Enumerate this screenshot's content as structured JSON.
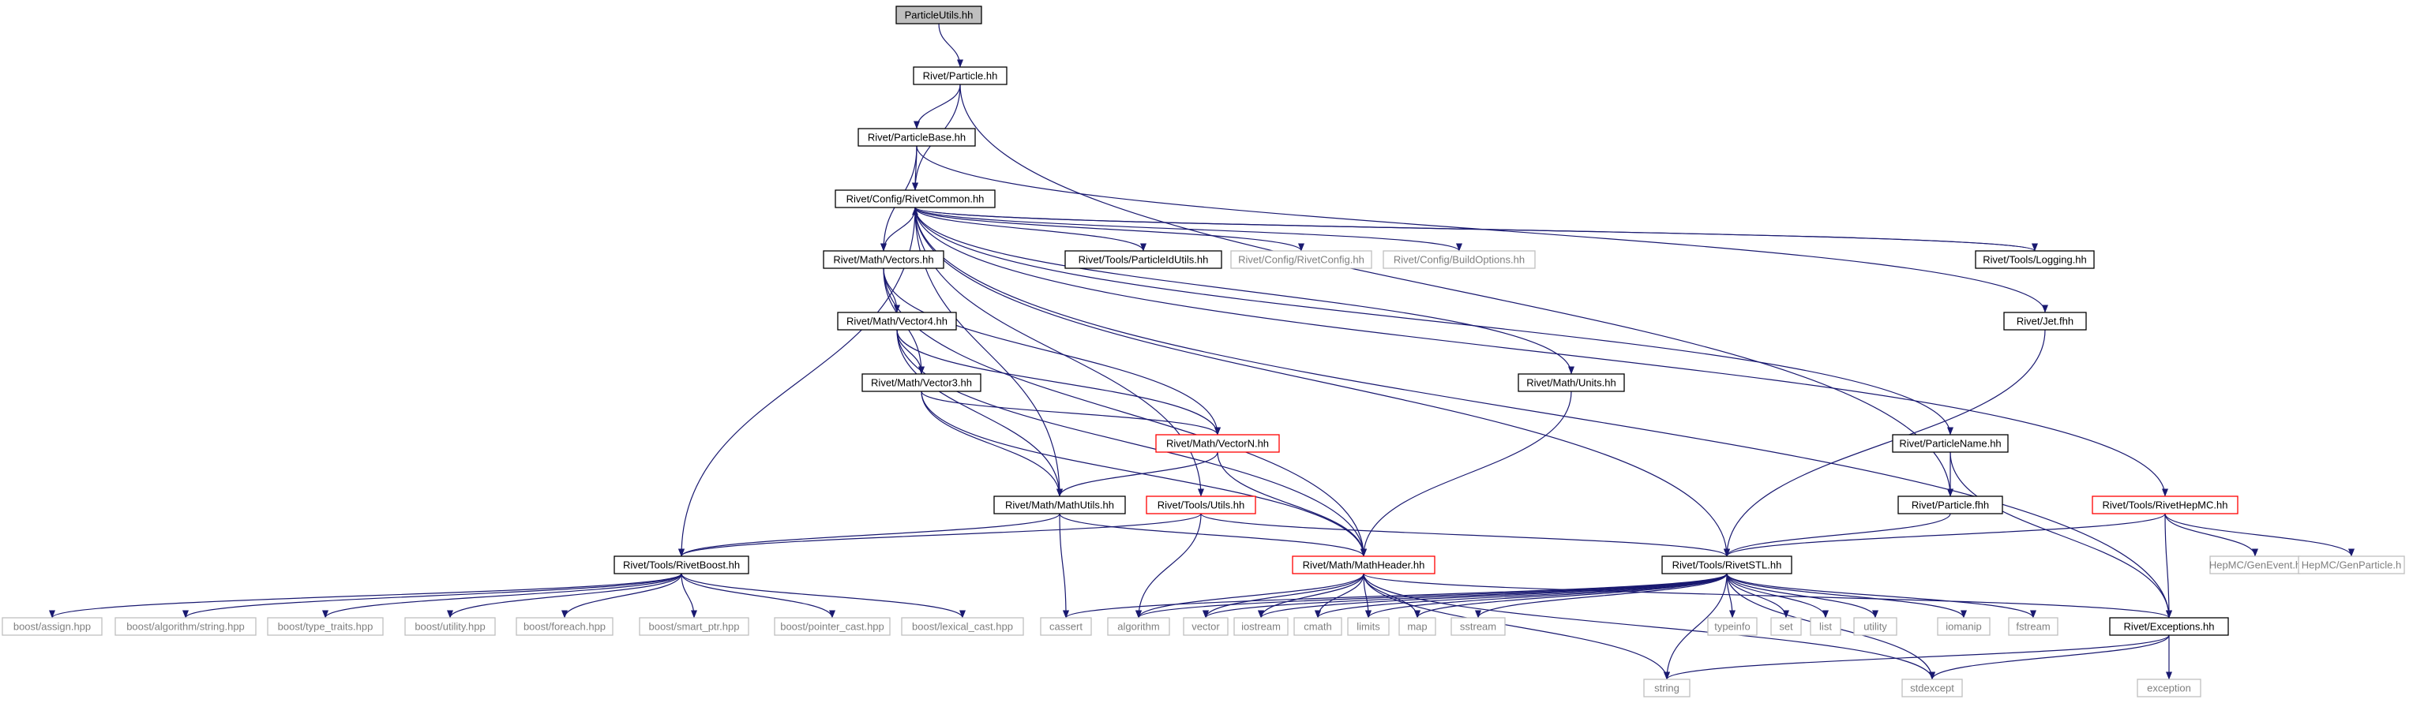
{
  "colors": {
    "edge": "#191970",
    "node_border_internal": "#000000",
    "node_border_undocumented": "#ff0000",
    "node_border_external": "#bfbfbf",
    "root_fill": "#bfbfbf",
    "node_fill": "#ffffff",
    "text_normal": "#000000",
    "text_external": "#7f7f7f"
  },
  "nodes": [
    {
      "id": "root",
      "label": "ParticleUtils.hh",
      "kind": "root"
    },
    {
      "id": "particle",
      "label": "Rivet/Particle.hh",
      "kind": "internal"
    },
    {
      "id": "particlebase",
      "label": "Rivet/ParticleBase.hh",
      "kind": "internal"
    },
    {
      "id": "rivetcommon",
      "label": "Rivet/Config/RivetCommon.hh",
      "kind": "internal"
    },
    {
      "id": "vectors",
      "label": "Rivet/Math/Vectors.hh",
      "kind": "internal"
    },
    {
      "id": "particleidutils",
      "label": "Rivet/Tools/ParticleIdUtils.hh",
      "kind": "internal"
    },
    {
      "id": "rivetconfig",
      "label": "Rivet/Config/RivetConfig.hh",
      "kind": "external"
    },
    {
      "id": "buildoptions",
      "label": "Rivet/Config/BuildOptions.hh",
      "kind": "external"
    },
    {
      "id": "logging",
      "label": "Rivet/Tools/Logging.hh",
      "kind": "internal"
    },
    {
      "id": "jetfhh",
      "label": "Rivet/Jet.fhh",
      "kind": "internal"
    },
    {
      "id": "vector4",
      "label": "Rivet/Math/Vector4.hh",
      "kind": "internal"
    },
    {
      "id": "vector3",
      "label": "Rivet/Math/Vector3.hh",
      "kind": "internal"
    },
    {
      "id": "units",
      "label": "Rivet/Math/Units.hh",
      "kind": "internal"
    },
    {
      "id": "vectorn",
      "label": "Rivet/Math/VectorN.hh",
      "kind": "undocumented"
    },
    {
      "id": "particlename",
      "label": "Rivet/ParticleName.hh",
      "kind": "internal"
    },
    {
      "id": "mathutils",
      "label": "Rivet/Math/MathUtils.hh",
      "kind": "internal"
    },
    {
      "id": "toolsutils",
      "label": "Rivet/Tools/Utils.hh",
      "kind": "undocumented"
    },
    {
      "id": "particlefhh",
      "label": "Rivet/Particle.fhh",
      "kind": "internal"
    },
    {
      "id": "rivethepmc",
      "label": "Rivet/Tools/RivetHepMC.hh",
      "kind": "undocumented"
    },
    {
      "id": "rivetboost",
      "label": "Rivet/Tools/RivetBoost.hh",
      "kind": "internal"
    },
    {
      "id": "mathheader",
      "label": "Rivet/Math/MathHeader.hh",
      "kind": "undocumented"
    },
    {
      "id": "rivetstl",
      "label": "Rivet/Tools/RivetSTL.hh",
      "kind": "internal"
    },
    {
      "id": "genevent",
      "label": "HepMC/GenEvent.h",
      "kind": "external"
    },
    {
      "id": "genparticle",
      "label": "HepMC/GenParticle.h",
      "kind": "external"
    },
    {
      "id": "assign",
      "label": "boost/assign.hpp",
      "kind": "external"
    },
    {
      "id": "algstring",
      "label": "boost/algorithm/string.hpp",
      "kind": "external"
    },
    {
      "id": "typetraits",
      "label": "boost/type_traits.hpp",
      "kind": "external"
    },
    {
      "id": "utilityhpp",
      "label": "boost/utility.hpp",
      "kind": "external"
    },
    {
      "id": "foreach",
      "label": "boost/foreach.hpp",
      "kind": "external"
    },
    {
      "id": "smartptr",
      "label": "boost/smart_ptr.hpp",
      "kind": "external"
    },
    {
      "id": "pointercast",
      "label": "boost/pointer_cast.hpp",
      "kind": "external"
    },
    {
      "id": "lexicalcast",
      "label": "boost/lexical_cast.hpp",
      "kind": "external"
    },
    {
      "id": "cassert",
      "label": "cassert",
      "kind": "external"
    },
    {
      "id": "algorithm",
      "label": "algorithm",
      "kind": "external"
    },
    {
      "id": "vector",
      "label": "vector",
      "kind": "external"
    },
    {
      "id": "iostream",
      "label": "iostream",
      "kind": "external"
    },
    {
      "id": "cmath",
      "label": "cmath",
      "kind": "external"
    },
    {
      "id": "limits",
      "label": "limits",
      "kind": "external"
    },
    {
      "id": "map",
      "label": "map",
      "kind": "external"
    },
    {
      "id": "sstream",
      "label": "sstream",
      "kind": "external"
    },
    {
      "id": "typeinfo",
      "label": "typeinfo",
      "kind": "external"
    },
    {
      "id": "set",
      "label": "set",
      "kind": "external"
    },
    {
      "id": "list",
      "label": "list",
      "kind": "external"
    },
    {
      "id": "utility",
      "label": "utility",
      "kind": "external"
    },
    {
      "id": "iomanip",
      "label": "iomanip",
      "kind": "external"
    },
    {
      "id": "fstream",
      "label": "fstream",
      "kind": "external"
    },
    {
      "id": "exceptions",
      "label": "Rivet/Exceptions.hh",
      "kind": "internal"
    },
    {
      "id": "string",
      "label": "string",
      "kind": "external"
    },
    {
      "id": "stdexcept",
      "label": "stdexcept",
      "kind": "external"
    },
    {
      "id": "exception",
      "label": "exception",
      "kind": "external"
    }
  ],
  "edges": [
    [
      "root",
      "particle"
    ],
    [
      "particle",
      "particlebase"
    ],
    [
      "particle",
      "rivetcommon"
    ],
    [
      "particle",
      "particlefhh"
    ],
    [
      "particlebase",
      "rivetcommon"
    ],
    [
      "particlebase",
      "vectors"
    ],
    [
      "particlebase",
      "jetfhh"
    ],
    [
      "rivetcommon",
      "vectors"
    ],
    [
      "rivetcommon",
      "particleidutils"
    ],
    [
      "rivetcommon",
      "rivetconfig"
    ],
    [
      "rivetcommon",
      "buildoptions"
    ],
    [
      "rivetcommon",
      "logging"
    ],
    [
      "logging",
      "rivetcommon"
    ],
    [
      "rivetcommon",
      "rivetboost"
    ],
    [
      "rivetcommon",
      "mathutils"
    ],
    [
      "rivetcommon",
      "toolsutils"
    ],
    [
      "rivetcommon",
      "units"
    ],
    [
      "rivetcommon",
      "particlename"
    ],
    [
      "rivetcommon",
      "rivetstl"
    ],
    [
      "rivetcommon",
      "exceptions"
    ],
    [
      "rivetcommon",
      "rivethepmc"
    ],
    [
      "vectors",
      "vector4"
    ],
    [
      "vectors",
      "vector3"
    ],
    [
      "vectors",
      "vectorn"
    ],
    [
      "vectors",
      "mathheader"
    ],
    [
      "vector4",
      "vector3"
    ],
    [
      "vector4",
      "vectorn"
    ],
    [
      "vector4",
      "mathutils"
    ],
    [
      "vector4",
      "mathheader"
    ],
    [
      "vector3",
      "vectorn"
    ],
    [
      "vector3",
      "mathutils"
    ],
    [
      "vector3",
      "mathheader"
    ],
    [
      "vectorn",
      "mathutils"
    ],
    [
      "vectorn",
      "mathheader"
    ],
    [
      "units",
      "mathheader"
    ],
    [
      "jetfhh",
      "rivetstl"
    ],
    [
      "particlename",
      "particlefhh"
    ],
    [
      "particlename",
      "exceptions"
    ],
    [
      "particlefhh",
      "rivetstl"
    ],
    [
      "rivethepmc",
      "rivetstl"
    ],
    [
      "rivethepmc",
      "genevent"
    ],
    [
      "rivethepmc",
      "genparticle"
    ],
    [
      "rivethepmc",
      "exceptions"
    ],
    [
      "mathutils",
      "rivetboost"
    ],
    [
      "mathutils",
      "mathheader"
    ],
    [
      "mathutils",
      "cassert"
    ],
    [
      "toolsutils",
      "rivetboost"
    ],
    [
      "toolsutils",
      "rivetstl"
    ],
    [
      "toolsutils",
      "algorithm"
    ],
    [
      "rivetboost",
      "assign"
    ],
    [
      "rivetboost",
      "algstring"
    ],
    [
      "rivetboost",
      "typetraits"
    ],
    [
      "rivetboost",
      "utilityhpp"
    ],
    [
      "rivetboost",
      "foreach"
    ],
    [
      "rivetboost",
      "smartptr"
    ],
    [
      "rivetboost",
      "pointercast"
    ],
    [
      "rivetboost",
      "lexicalcast"
    ],
    [
      "mathheader",
      "exceptions"
    ],
    [
      "mathheader",
      "algorithm"
    ],
    [
      "mathheader",
      "vector"
    ],
    [
      "mathheader",
      "iostream"
    ],
    [
      "mathheader",
      "cmath"
    ],
    [
      "mathheader",
      "limits"
    ],
    [
      "mathheader",
      "map"
    ],
    [
      "mathheader",
      "string"
    ],
    [
      "mathheader",
      "stdexcept"
    ],
    [
      "rivetstl",
      "typeinfo"
    ],
    [
      "rivetstl",
      "set"
    ],
    [
      "rivetstl",
      "list"
    ],
    [
      "rivetstl",
      "utility"
    ],
    [
      "rivetstl",
      "iomanip"
    ],
    [
      "rivetstl",
      "fstream"
    ],
    [
      "rivetstl",
      "cassert"
    ],
    [
      "rivetstl",
      "algorithm"
    ],
    [
      "rivetstl",
      "vector"
    ],
    [
      "rivetstl",
      "iostream"
    ],
    [
      "rivetstl",
      "cmath"
    ],
    [
      "rivetstl",
      "limits"
    ],
    [
      "rivetstl",
      "map"
    ],
    [
      "rivetstl",
      "sstream"
    ],
    [
      "rivetstl",
      "string"
    ],
    [
      "rivetstl",
      "stdexcept"
    ],
    [
      "exceptions",
      "string"
    ],
    [
      "exceptions",
      "stdexcept"
    ],
    [
      "exceptions",
      "exception"
    ]
  ]
}
